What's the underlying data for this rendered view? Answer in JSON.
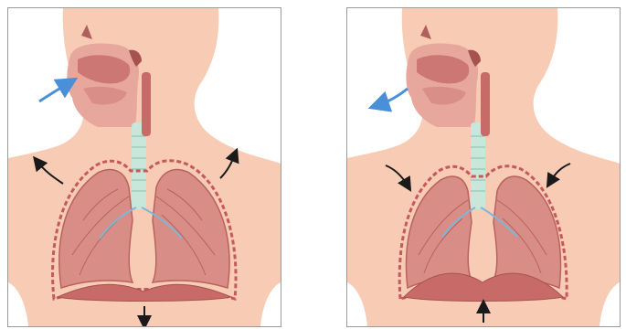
{
  "figure": {
    "panels": [
      {
        "phase": "inhalation",
        "air_flow": "in",
        "ribcage": "expands-outward",
        "diaphragm": "moves-down"
      },
      {
        "phase": "exhalation",
        "air_flow": "out",
        "ribcage": "contracts-inward",
        "diaphragm": "moves-up"
      }
    ],
    "colors": {
      "skin": "#f7cbb4",
      "lung": "#d88d86",
      "lung_dark": "#b9625f",
      "membrane": "#c45a5a",
      "airway": "#c8e6da",
      "air_arrow": "#4a90d9",
      "motion_arrow": "#1a1a1a"
    },
    "icons": [
      "air-flow-arrow-icon",
      "motion-arrow-icon"
    ]
  }
}
